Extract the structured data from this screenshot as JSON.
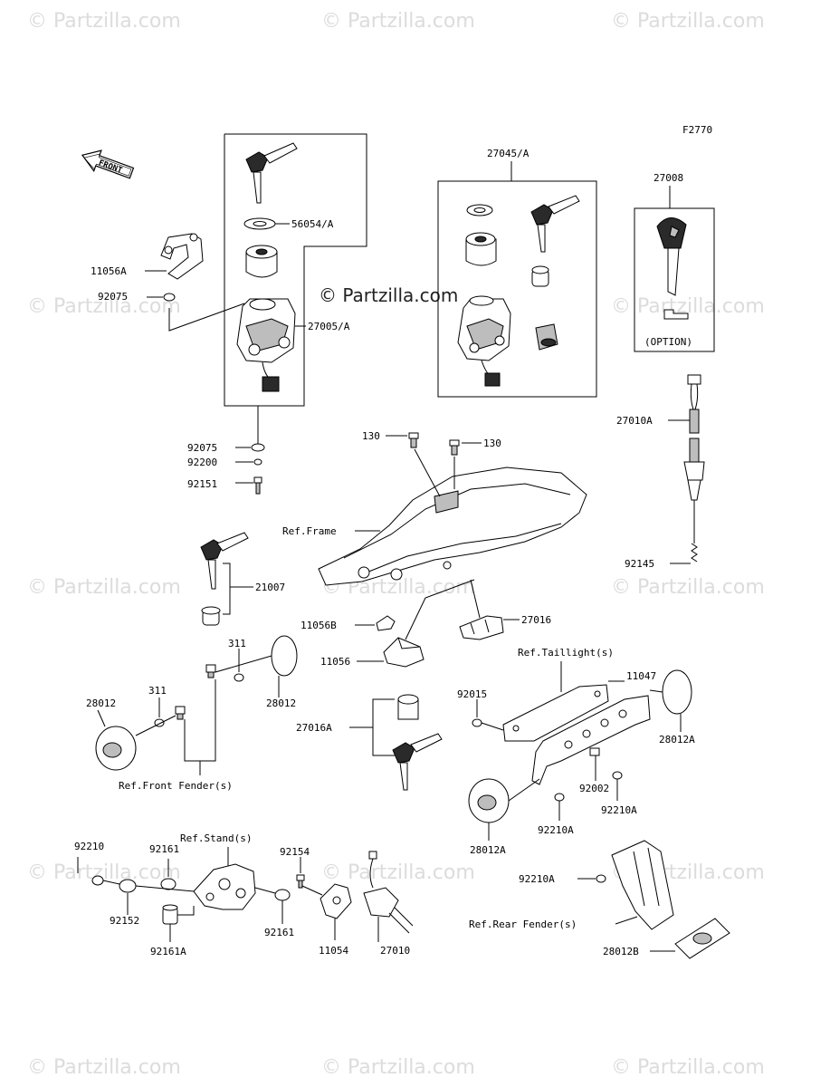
{
  "figure_code": "F2770",
  "main_watermark": "© Partzilla.com",
  "front_label": "FRONT",
  "option_label": "(OPTION)",
  "watermarks": [
    "© Partzilla.com",
    "© Partzilla.com",
    "© Partzilla.com",
    "© Partzilla.com",
    "© Partzilla.com",
    "© Partzilla.com",
    "© Partzilla.com",
    "© Partzilla.com",
    "© Partzilla.com",
    "© Partzilla.com",
    "© Partzilla.com",
    "© Partzilla.com",
    "© Partzilla.com",
    "© Partzilla.com"
  ],
  "labels": {
    "p56054A": "56054/A",
    "p11056A": "11056A",
    "p92075a": "92075",
    "p27005A": "27005/A",
    "p92075b": "92075",
    "p92200": "92200",
    "p92151": "92151",
    "p27045A": "27045/A",
    "p27008": "27008",
    "p27010A": "27010A",
    "p92145": "92145",
    "p130a": "130",
    "p130b": "130",
    "refFrame": "Ref.Frame",
    "p21007": "21007",
    "p11056B": "11056B",
    "p27016": "27016",
    "p11056": "11056",
    "p311a": "311",
    "p311b": "311",
    "p28012a": "28012",
    "p28012b": "28012",
    "refTaillight": "Ref.Taillight(s)",
    "p11047": "11047",
    "p92015": "92015",
    "p28012A1": "28012A",
    "p27016A": "27016A",
    "refFrontFender": "Ref.Front Fender(s)",
    "p92002": "92002",
    "p92210A1": "92210A",
    "p92210A2": "92210A",
    "p28012A2": "28012A",
    "p92210": "92210",
    "p92161a": "92161",
    "refStand": "Ref.Stand(s)",
    "p92154": "92154",
    "p92152": "92152",
    "p92161A": "92161A",
    "p92161b": "92161",
    "p11054": "11054",
    "p27010": "27010",
    "p92210A3": "92210A",
    "refRearFender": "Ref.Rear Fender(s)",
    "p28012B": "28012B"
  }
}
